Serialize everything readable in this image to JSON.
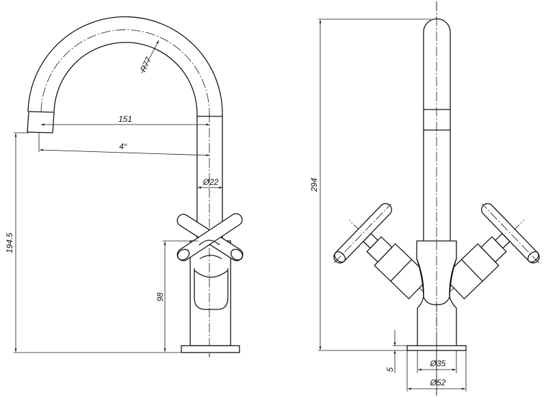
{
  "title": "Faucet technical drawing",
  "side_view": {
    "dims": {
      "spout_radius": "R77",
      "spout_reach": "151",
      "spout_angle": "4°",
      "spout_diameter": "Ø22",
      "spout_height": "194.5",
      "handle_height": "98"
    }
  },
  "front_view": {
    "dims": {
      "total_height": "294",
      "base_thickness": "5",
      "body_diameter": "Ø35",
      "base_diameter": "Ø52"
    }
  }
}
